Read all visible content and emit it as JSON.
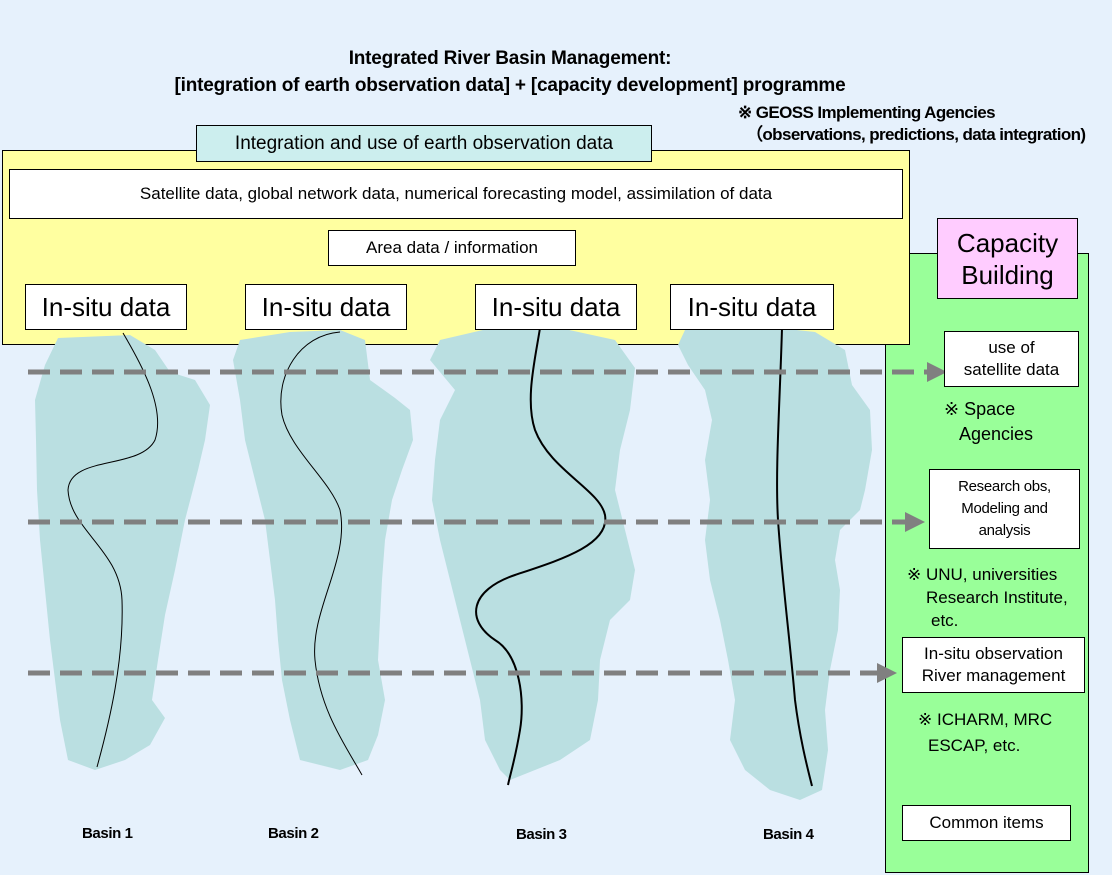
{
  "title": {
    "line1": "Integrated River Basin Management:",
    "line2": "[integration of earth observation data] + [capacity development] programme"
  },
  "geoss_note": {
    "line1": "※ GEOSS Implementing Agencies",
    "line2": "（observations, predictions, data integration)"
  },
  "integration": {
    "heading": "Integration and use of earth observation data",
    "satellite": "Satellite data, global network data, numerical   forecasting model, assimilation of data",
    "area": "Area data / information",
    "insitu": [
      "In-situ data",
      "In-situ data",
      "In-situ data",
      "In-situ data"
    ]
  },
  "capacity": {
    "title_line1": "Capacity",
    "title_line2": "Building",
    "items": [
      {
        "label_line1": "use of",
        "label_line2": "satellite data",
        "label_line3": "",
        "note_line1": "※ Space",
        "note_line2": "Agencies",
        "note_line3": ""
      },
      {
        "label_line1": "Research obs,",
        "label_line2": "Modeling and",
        "label_line3": "analysis",
        "note_line1": "※ UNU, universities",
        "note_line2": "Research Institute,",
        "note_line3": "etc."
      },
      {
        "label_line1": "In-situ observation",
        "label_line2": "River management",
        "label_line3": "",
        "note_line1": "※ ICHARM, MRC",
        "note_line2": "ESCAP, etc.",
        "note_line3": ""
      }
    ],
    "common": "Common items"
  },
  "basins": [
    "Basin 1",
    "Basin 2",
    "Basin 3",
    "Basin 4"
  ],
  "colors": {
    "background": "#e6f1fc",
    "yellow_panel": "#ffffa0",
    "green_panel": "#99ff99",
    "heading_box": "#cceeee",
    "capacity_box": "#ffccff",
    "basin_fill": "#badfe1",
    "arrow": "#808080"
  }
}
